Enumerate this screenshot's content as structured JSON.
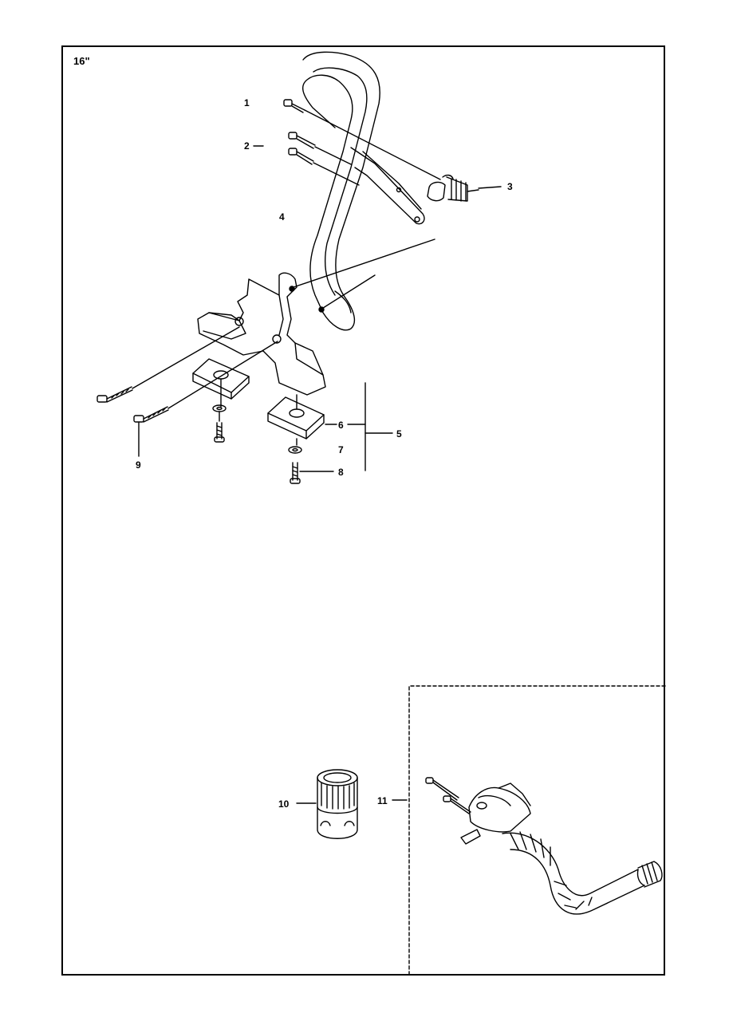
{
  "variant_label": "16\"",
  "callouts": {
    "c1": "1",
    "c2": "2",
    "c3": "3",
    "c4": "4",
    "c5": "5",
    "c6": "6",
    "c7": "7",
    "c8": "8",
    "c9": "9",
    "c10": "10",
    "c11": "11"
  }
}
